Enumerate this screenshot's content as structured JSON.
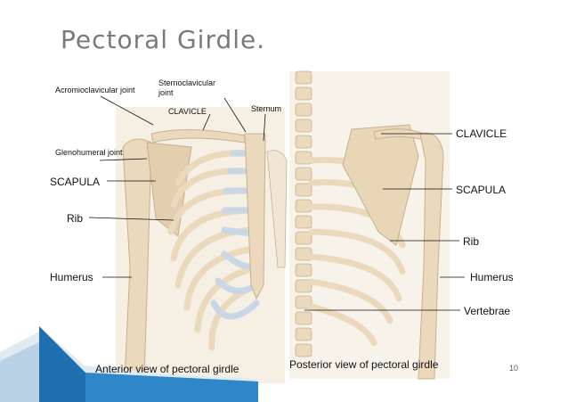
{
  "slide": {
    "title": "Pectoral Girdle.",
    "page_number": "10"
  },
  "anterior": {
    "acromioclavicular": "Acromioclavicular joint",
    "sternoclavicular": "Sternoclavicular joint",
    "clavicle": "CLAVICLE",
    "sternum": "Sternum",
    "glenohumeral": "Glenohumeral joint",
    "scapula": "SCAPULA",
    "rib": "Rib",
    "humerus": "Humerus",
    "caption": "Anterior view of pectoral girdle"
  },
  "posterior": {
    "clavicle": "CLAVICLE",
    "scapula": "SCAPULA",
    "rib": "Rib",
    "humerus": "Humerus",
    "vertebrae": "Vertebrae",
    "caption": "Posterior view of pectoral girdle"
  },
  "colors": {
    "bone": "#ead9bd",
    "bone_shadow": "#c9b08a",
    "cartilage": "#c9d6e6",
    "accent": "#1f6fb0"
  }
}
